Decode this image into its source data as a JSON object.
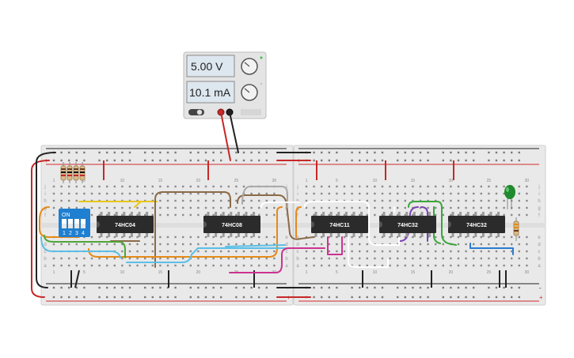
{
  "power_supply": {
    "voltage": "5.00 V",
    "current": "10.1 mA"
  },
  "dip_switch": {
    "on_label": "ON",
    "positions": [
      "1",
      "2",
      "3",
      "4"
    ]
  },
  "chips": [
    {
      "label": "74HC04"
    },
    {
      "label": "74HC08"
    },
    {
      "label": "74HC11"
    },
    {
      "label": "74HC32"
    },
    {
      "label": "74HC32"
    }
  ],
  "column_numbers": [
    "1",
    "5",
    "10",
    "15",
    "20",
    "25",
    "30"
  ],
  "row_letters_top": [
    "j",
    "i",
    "h",
    "g",
    "f"
  ],
  "row_letters_bottom": [
    "e",
    "d",
    "c",
    "b",
    "a"
  ],
  "rail_signs": {
    "minus": "-",
    "plus": "+"
  },
  "colors": {
    "board": "#e9e9e9",
    "rail_red": "#d42a2a",
    "rail_black": "#222222",
    "chip": "#2b2b2b",
    "dip": "#1f7fd0",
    "led": "#1f8a2e",
    "psu_body": "#e4e4e4",
    "psu_display": "#dde7ef"
  }
}
